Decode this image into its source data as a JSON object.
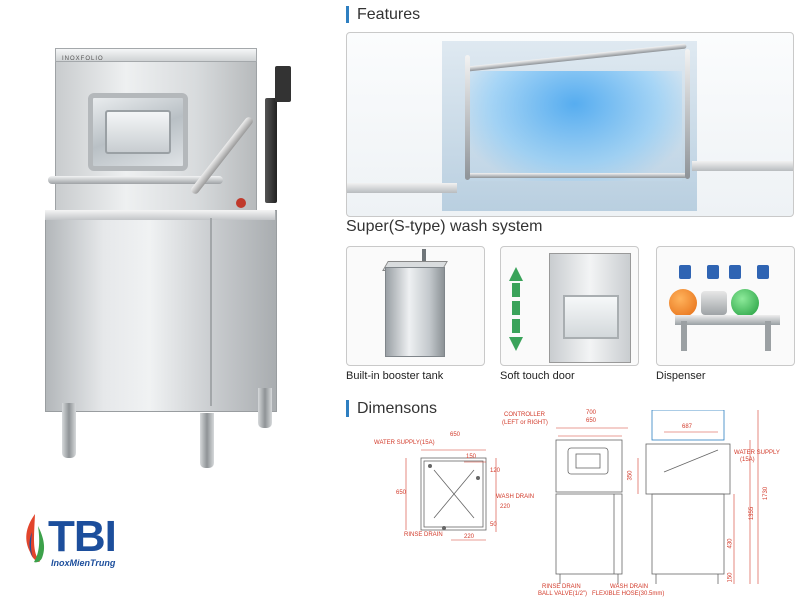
{
  "product": {
    "brand_plate": "INOXFOLIO"
  },
  "logo": {
    "text": "TBI",
    "subtitle": "InoxMienTrung",
    "colors": {
      "blue": "#1c4e9c",
      "flame_red": "#e2452c",
      "flame_green": "#3ca14a"
    }
  },
  "features": {
    "heading": "Features",
    "wash_system_caption": "Super(S-type) wash system",
    "tiles": [
      {
        "label": "Built-in booster tank"
      },
      {
        "label": "Soft touch door"
      },
      {
        "label": "Dispenser"
      }
    ]
  },
  "dimensions": {
    "heading": "Dimensons",
    "plan": {
      "water_supply": "WATER SUPPLY(15A)",
      "width": "650",
      "depth": "650",
      "dim_150": "150",
      "dim_120": "120",
      "dim_220a": "220",
      "dim_220b": "220",
      "dim_50": "50",
      "wash_drain": "WASH DRAIN",
      "rinse_drain": "RINSE DRAIN"
    },
    "front": {
      "controller": "CONTROLLER",
      "controller_side": "(LEFT or RIGHT)",
      "width_outer": "700",
      "width_inner": "650",
      "rinse_drain": "RINSE DRAIN",
      "ball_valve": "BALL VALVE(1/2\")",
      "wash_drain": "WASH DRAIN",
      "flex_hose": "FLEXIBLE HOSE(30.5mm)"
    },
    "side": {
      "width_open": "687",
      "water_supply": "WATER SUPPLY",
      "water_supply_size": "(15A)",
      "height_total": "1730",
      "height_open": "1355",
      "dim_350": "350",
      "dim_430": "430",
      "dim_150": "150"
    }
  },
  "colors": {
    "accent": "#2e7fc1",
    "dimension_red": "#d23a2a",
    "line_gray": "#666666"
  }
}
